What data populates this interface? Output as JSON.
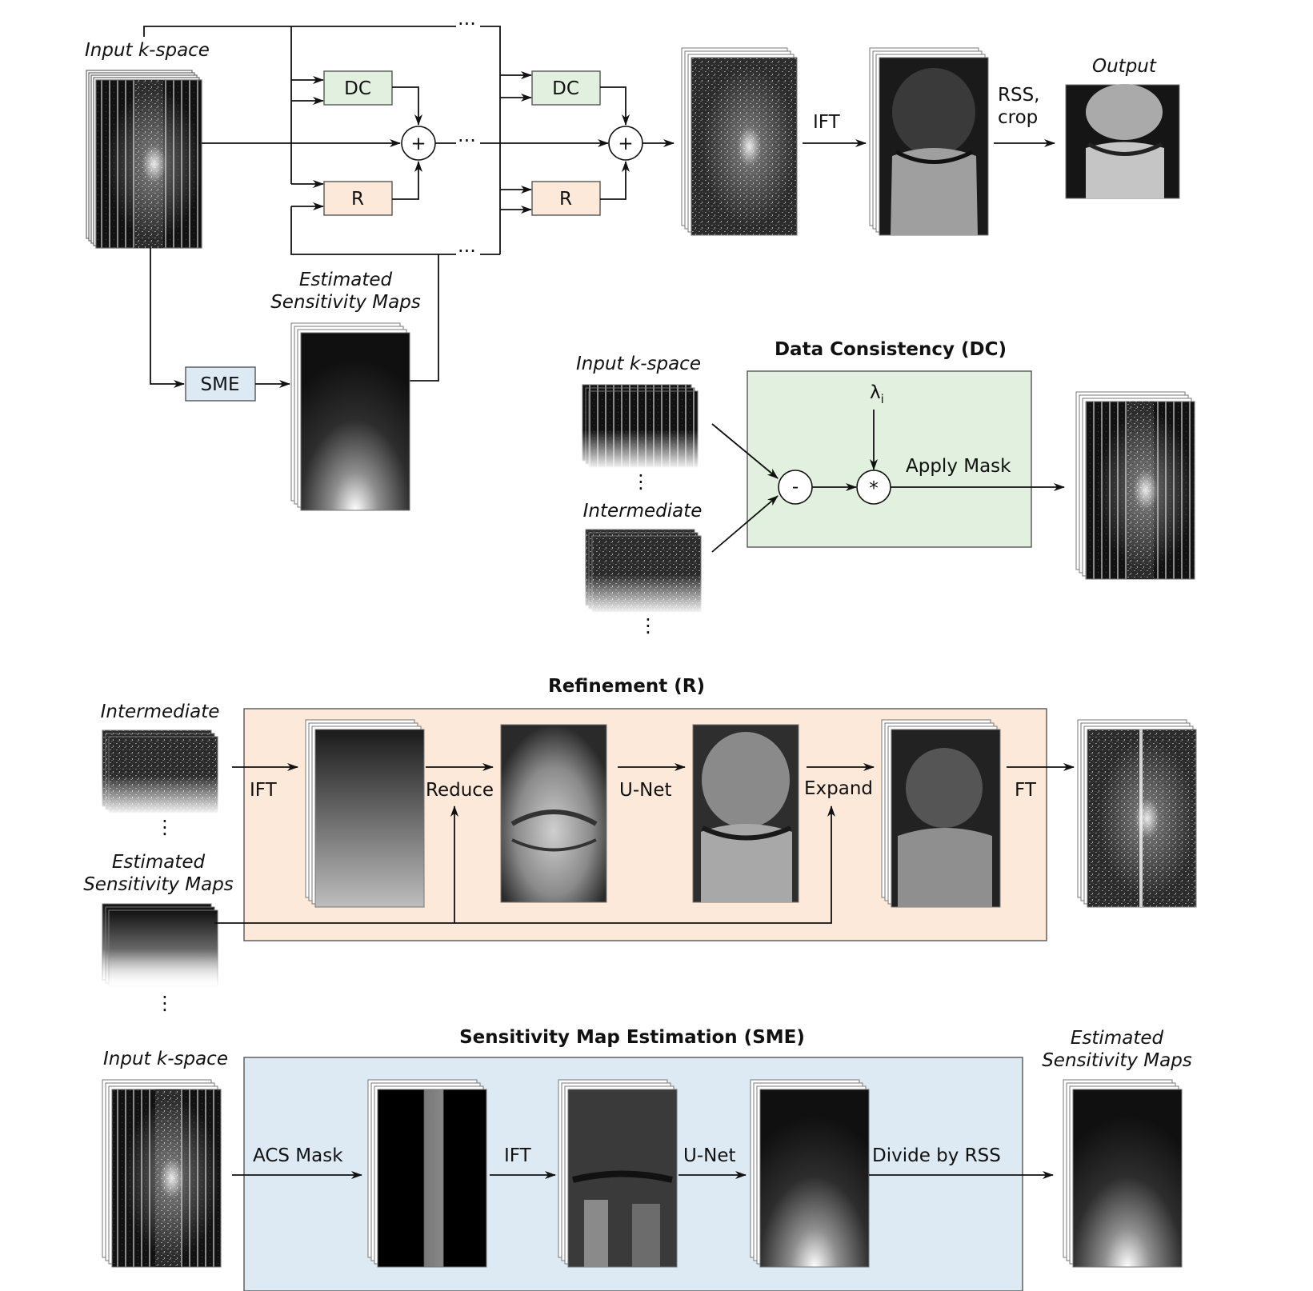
{
  "colors": {
    "dc_fill": "#e2f0df",
    "dc_stroke": "#555555",
    "r_fill": "#fde9d9",
    "sme_fill": "#deeaf3",
    "image_dark": "#111111",
    "ink": "#111111"
  },
  "labels": {
    "input_kspace": "Input k-space",
    "dc": "DC",
    "r": "R",
    "sme": "SME",
    "plus": "+",
    "ellipsis": "···",
    "vdots": "⋮",
    "ift": "IFT",
    "ft": "FT",
    "rss_crop_line1": "RSS,",
    "rss_crop_line2": "crop",
    "output": "Output",
    "est_maps_line1": "Estimated",
    "est_maps_line2": "Sensitivity Maps",
    "dc_title": "Data Consistency (DC)",
    "lambda": "λ",
    "lambda_sub": "i",
    "minus": "-",
    "times": "*",
    "apply_mask": "Apply Mask",
    "intermediate": "Intermediate",
    "r_title": "Refinement (R)",
    "reduce": "Reduce",
    "unet": "U-Net",
    "expand": "Expand",
    "sme_title": "Sensitivity Map Estimation (SME)",
    "acs_mask": "ACS Mask",
    "divide_by_rss": "Divide by RSS"
  },
  "icons": {
    "kspace_stack": "kspace-stack-icon",
    "image_stack": "mri-image-stack-icon",
    "sensitivity_stack": "sensitivity-map-stack-icon"
  }
}
